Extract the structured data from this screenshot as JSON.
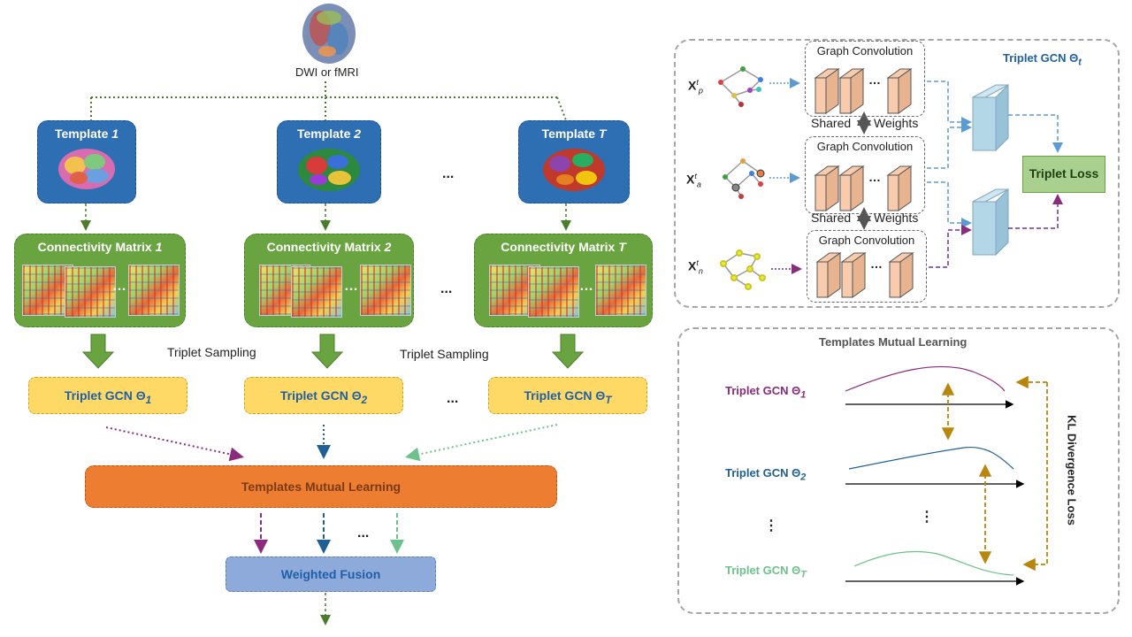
{
  "colors": {
    "template_blue": "#2e6fb4",
    "connectivity_green": "#6aa440",
    "gcn_yellow": "#ffd966",
    "mutual_orange": "#ed7d31",
    "fusion_blue": "#8eaadb",
    "triplet_loss_green": "#a9d08e",
    "theta1_purple": "#8b2b7e",
    "theta2_blue": "#1f5f94",
    "thetaT_green": "#6cc28a",
    "kl_gold": "#b8860b"
  },
  "input": {
    "label": "DWI or fMRI",
    "icon": "brain-image"
  },
  "templates": [
    {
      "prefix": "Template ",
      "index": "1"
    },
    {
      "prefix": "Template ",
      "index": "2"
    },
    {
      "prefix": "Template ",
      "index": "T"
    }
  ],
  "connectivity": [
    {
      "prefix": "Connectivity Matrix ",
      "index": "1"
    },
    {
      "prefix": "Connectivity Matrix ",
      "index": "2"
    },
    {
      "prefix": "Connectivity Matrix ",
      "index": "T"
    }
  ],
  "ellipsis": "...",
  "inner_ellipsis": "…",
  "vert_ellipsis": "⋮",
  "triplet_sampling": "Triplet Sampling",
  "gcns": [
    {
      "prefix": "Triplet GCN Θ",
      "sub": "1"
    },
    {
      "prefix": "Triplet GCN Θ",
      "sub": "2"
    },
    {
      "prefix": "Triplet GCN Θ",
      "sub": "T"
    }
  ],
  "mutual_learning": "Templates Mutual Learning",
  "weighted_fusion": "Weighted Fusion",
  "triplet_panel": {
    "title_prefix": "Triplet GCN Θ",
    "title_sub": "t",
    "graph_convolution": "Graph Convolution",
    "shared": "Shared",
    "weights": "Weights",
    "triplet_loss": "Triplet Loss",
    "x_main": "X",
    "x_sup": "t",
    "x_subs": [
      "p",
      "a",
      "n"
    ]
  },
  "mutual_panel": {
    "title": "Templates Mutual Learning",
    "kl_loss": "KL Divergence Loss",
    "labels": [
      {
        "prefix": "Triplet GCN Θ",
        "sub": "1"
      },
      {
        "prefix": "Triplet GCN Θ",
        "sub": "2"
      },
      {
        "prefix": "Triplet GCN Θ",
        "sub": "T"
      }
    ]
  }
}
